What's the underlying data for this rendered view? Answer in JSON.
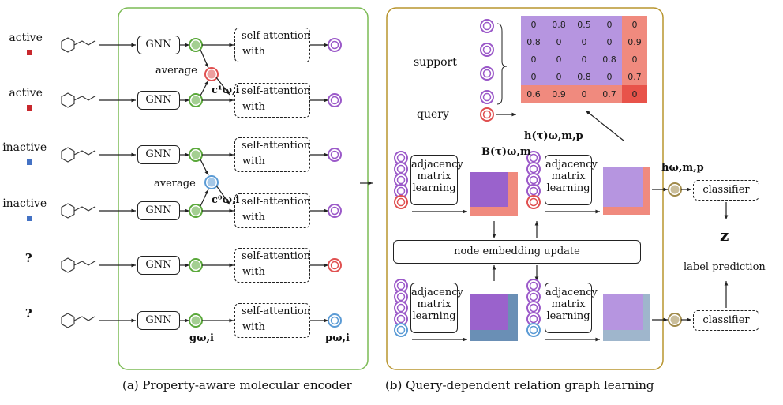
{
  "encoder": {
    "rows": [
      {
        "label": "active",
        "marker_color": "#c8282d"
      },
      {
        "label": "active",
        "marker_color": "#c8282d"
      },
      {
        "label": "inactive",
        "marker_color": "#4472c4"
      },
      {
        "label": "inactive",
        "marker_color": "#4472c4"
      },
      {
        "label": "?",
        "marker_color": ""
      },
      {
        "label": "?",
        "marker_color": ""
      }
    ],
    "gnn_label": "GNN",
    "self_attention_label": "self-attention",
    "with_label": "with",
    "average_label": "average",
    "c1_label": "c¹ω,i",
    "c0_label": "c⁰ω,i",
    "g_label": "gω,i",
    "p_label": "pω,i",
    "caption": "(a) Property-aware molecular encoder",
    "border_color": "#7cbb55"
  },
  "relation": {
    "support_label": "support",
    "query_label": "query",
    "matrix": [
      [
        "0",
        "0.8",
        "0.5",
        "0",
        "0"
      ],
      [
        "0.8",
        "0",
        "0",
        "0",
        "0.9"
      ],
      [
        "0",
        "0",
        "0",
        "0.8",
        "0"
      ],
      [
        "0",
        "0",
        "0.8",
        "0",
        "0.7"
      ],
      [
        "0.6",
        "0.9",
        "0",
        "0.7",
        "0"
      ]
    ],
    "B_label": "B(τ)ω,m",
    "h_tau_label": "h(τ)ω,m,p",
    "h_label": "hω,m,p",
    "adjacency_label": "adjacency matrix learning",
    "node_update_label": "node embedding update",
    "classifier_label": "classifier",
    "z_label": "z",
    "label_prediction": "label prediction",
    "caption": "(b) Query-dependent relation graph learning",
    "border_color": "#b8952f"
  },
  "colors": {
    "green_node": "#5aa83a",
    "purple_node": "#9b59c9",
    "red_node": "#e05050",
    "blue_node": "#5b9bd5",
    "matrix_purple": "#b695e0",
    "matrix_red": "#f08a7e",
    "matrix_dark_red": "#e8534a",
    "olive_node": "#a08a4a"
  }
}
